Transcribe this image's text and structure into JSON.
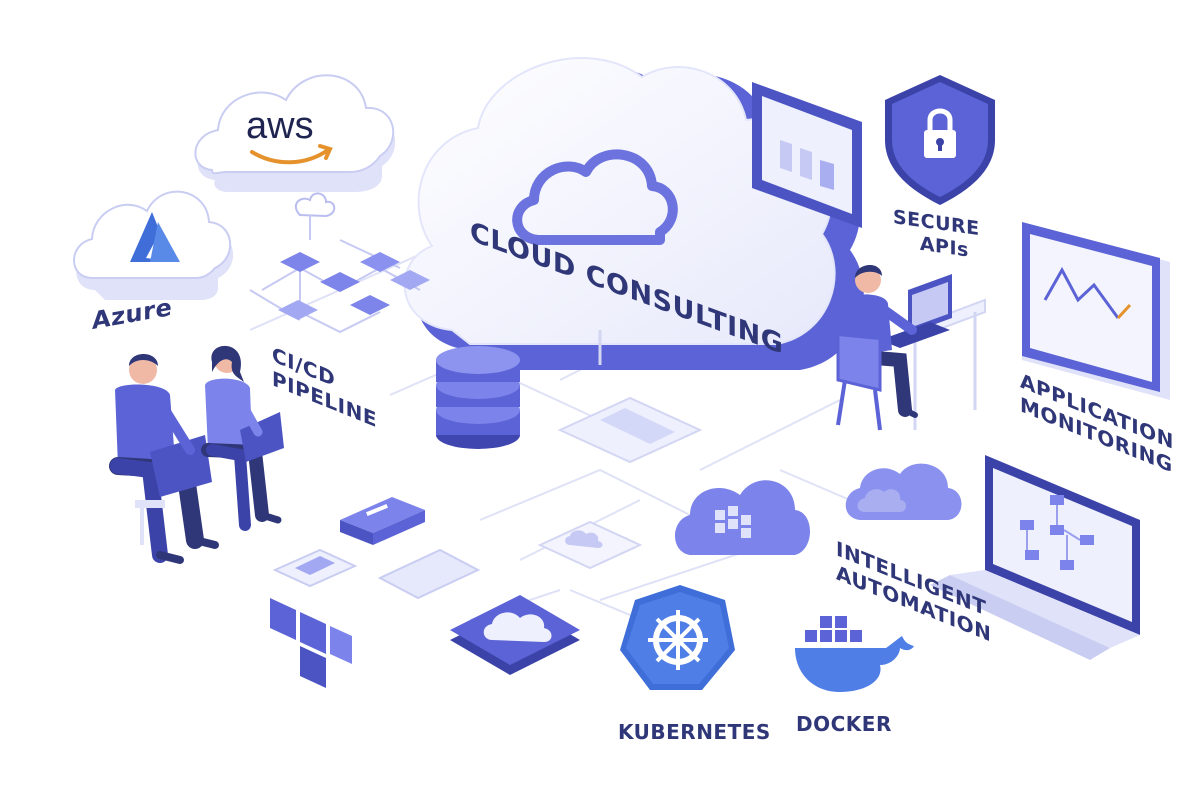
{
  "labels": {
    "aws": "aws",
    "azure": "Azure",
    "cloud_consulting": "CLOUD CONSULTING",
    "ci_cd_line1": "CI/CD",
    "ci_cd_line2": "PIPELINE",
    "secure_line1": "SECURE",
    "secure_line2": "APIs",
    "app_mon_line1": "APPLICATION",
    "app_mon_line2": "MONITORING",
    "intel_line1": "INTELLIGENT",
    "intel_line2": "AUTOMATION",
    "kubernetes": "KUBERNETES",
    "docker": "DOCKER"
  },
  "colors": {
    "primary": "#5b63d6",
    "primary_dark": "#3c43a8",
    "primary_light": "#a9aef0",
    "surface": "#f3f4fd",
    "line": "#d3d6f3",
    "text": "#2f3778",
    "aws_orange": "#e5922c"
  }
}
